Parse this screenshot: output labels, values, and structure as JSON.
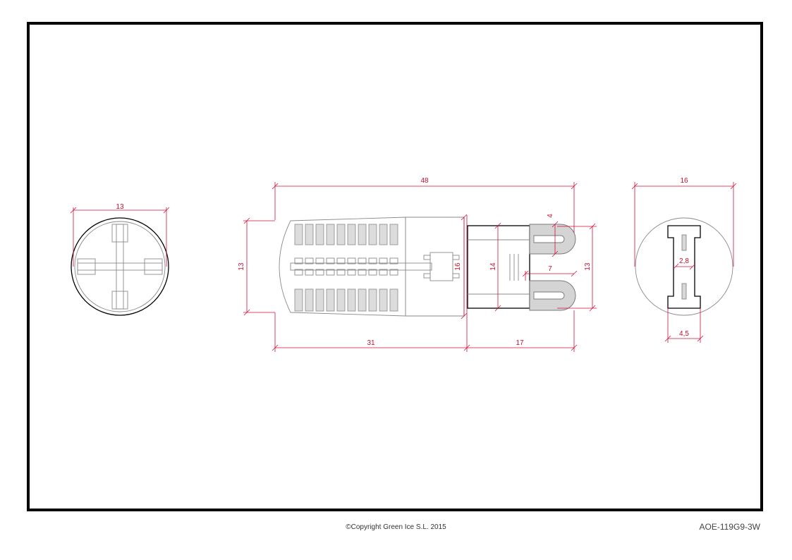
{
  "drawing": {
    "left_view": {
      "dim_width": "13"
    },
    "side_view": {
      "dim_total_length": "48",
      "dim_body_length": "31",
      "dim_base_length": "17",
      "dim_body_height": "13",
      "dim_body_end": "16",
      "dim_base_height": "14",
      "dim_pin_width": "4",
      "dim_pin_length": "7",
      "dim_pin_span": "13"
    },
    "right_view": {
      "dim_diameter": "16",
      "dim_pin_gap": "2,8",
      "dim_pin_spacing": "4,5"
    }
  },
  "footer": {
    "copyright": "©Copyright Green Ice S.L. 2015",
    "model_code": "AOE-119G9-3W"
  }
}
